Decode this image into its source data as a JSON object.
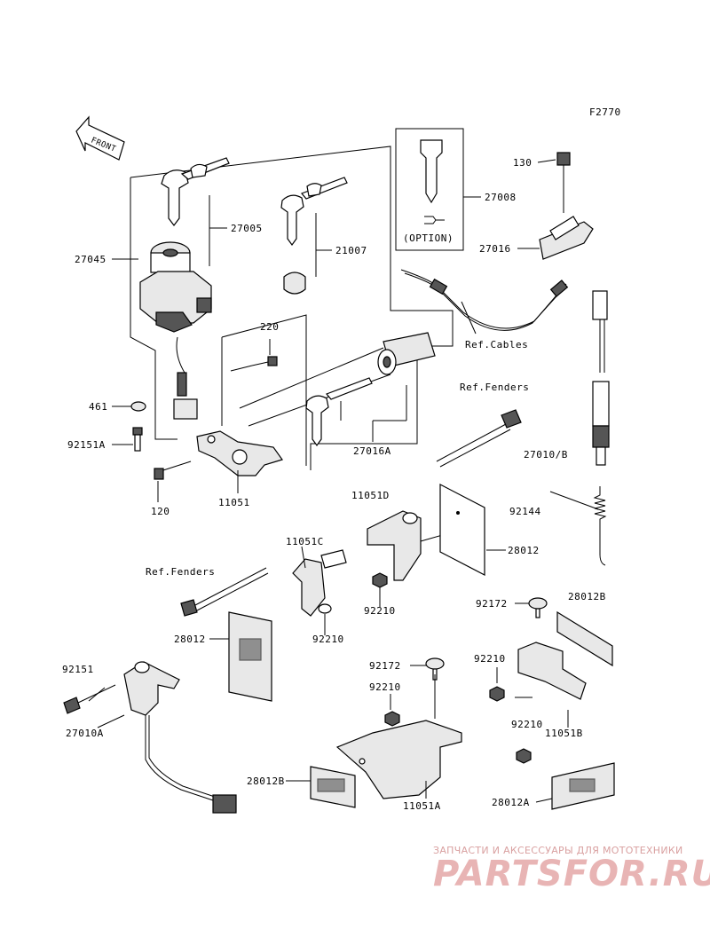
{
  "figure_id": "F2770",
  "front_label": "FRONT",
  "option_label": "(OPTION)",
  "callouts": {
    "p27045": "27045",
    "p27005": "27005",
    "p21007": "21007",
    "p27008": "27008",
    "p130": "130",
    "p27016": "27016",
    "p220": "220",
    "p461": "461",
    "p92151A": "92151A",
    "p120": "120",
    "p11051": "11051",
    "p27016A": "27016A",
    "ref_cables": "Ref.Cables",
    "ref_fenders_top": "Ref.Fenders",
    "p27010B": "27010/B",
    "p11051D": "11051D",
    "p92144": "92144",
    "p11051C": "11051C",
    "p28012": "28012",
    "ref_fenders_mid": "Ref.Fenders",
    "p92210_a": "92210",
    "p28012_left": "28012",
    "p92210_b": "92210",
    "p92172_a": "92172",
    "p28012B_right": "28012B",
    "p92151": "92151",
    "p92172_b": "92172",
    "p92210_c": "92210",
    "p92210_d": "92210",
    "p27010A": "27010A",
    "p92210_e": "92210",
    "p11051B": "11051B",
    "p28012B_left": "28012B",
    "p11051A": "11051A",
    "p28012A": "28012A"
  },
  "watermark": {
    "tagline": "ЗАПЧАСТИ И АКСЕССУАРЫ ДЛЯ МОТОТЕХНИКИ",
    "brand": "PARTSFOR.RU"
  }
}
